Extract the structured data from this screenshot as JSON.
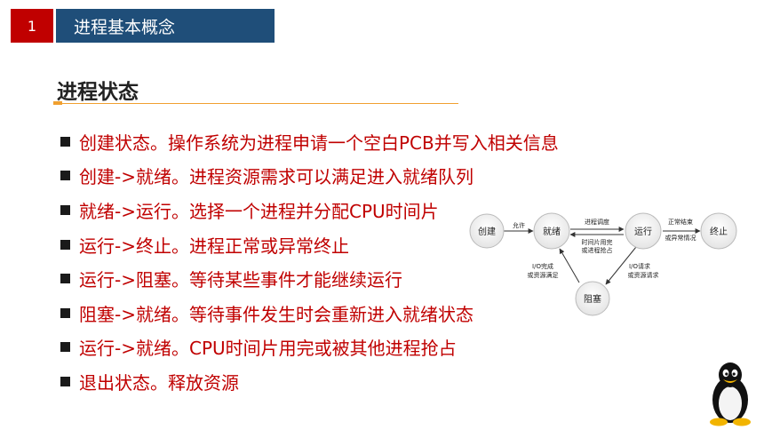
{
  "header": {
    "slide_number": "1",
    "title": "进程基本概念"
  },
  "section": {
    "heading": "进程状态"
  },
  "bullets": [
    "创建状态。操作系统为进程申请一个空白PCB并写入相关信息",
    "创建->就绪。进程资源需求可以满足进入就绪队列",
    "就绪->运行。选择一个进程并分配CPU时间片",
    "运行->终止。进程正常或异常终止",
    "运行->阻塞。等待某些事件才能继续运行",
    "阻塞->就绪。等待事件发生时会重新进入就绪状态",
    "运行->就绪。CPU时间片用完或被其他进程抢占",
    "退出状态。释放资源"
  ],
  "diagram": {
    "states": {
      "create": "创建",
      "ready": "就绪",
      "running": "运行",
      "terminate": "终止",
      "blocked": "阻塞"
    },
    "labels": {
      "allow": "允许",
      "schedule": "进程调度",
      "timeslice_1": "时间片用完",
      "timeslice_2": "或进程抢占",
      "normal_end_1": "正常结束",
      "normal_end_2": "或异常情况",
      "io_request_1": "I/O请求",
      "io_request_2": "或资源请求",
      "io_done_1": "I/O完成",
      "io_done_2": "或资源满足"
    }
  },
  "colors": {
    "accent_red": "#c00000",
    "title_blue": "#1f4e79",
    "underline_orange": "#f0a030"
  }
}
